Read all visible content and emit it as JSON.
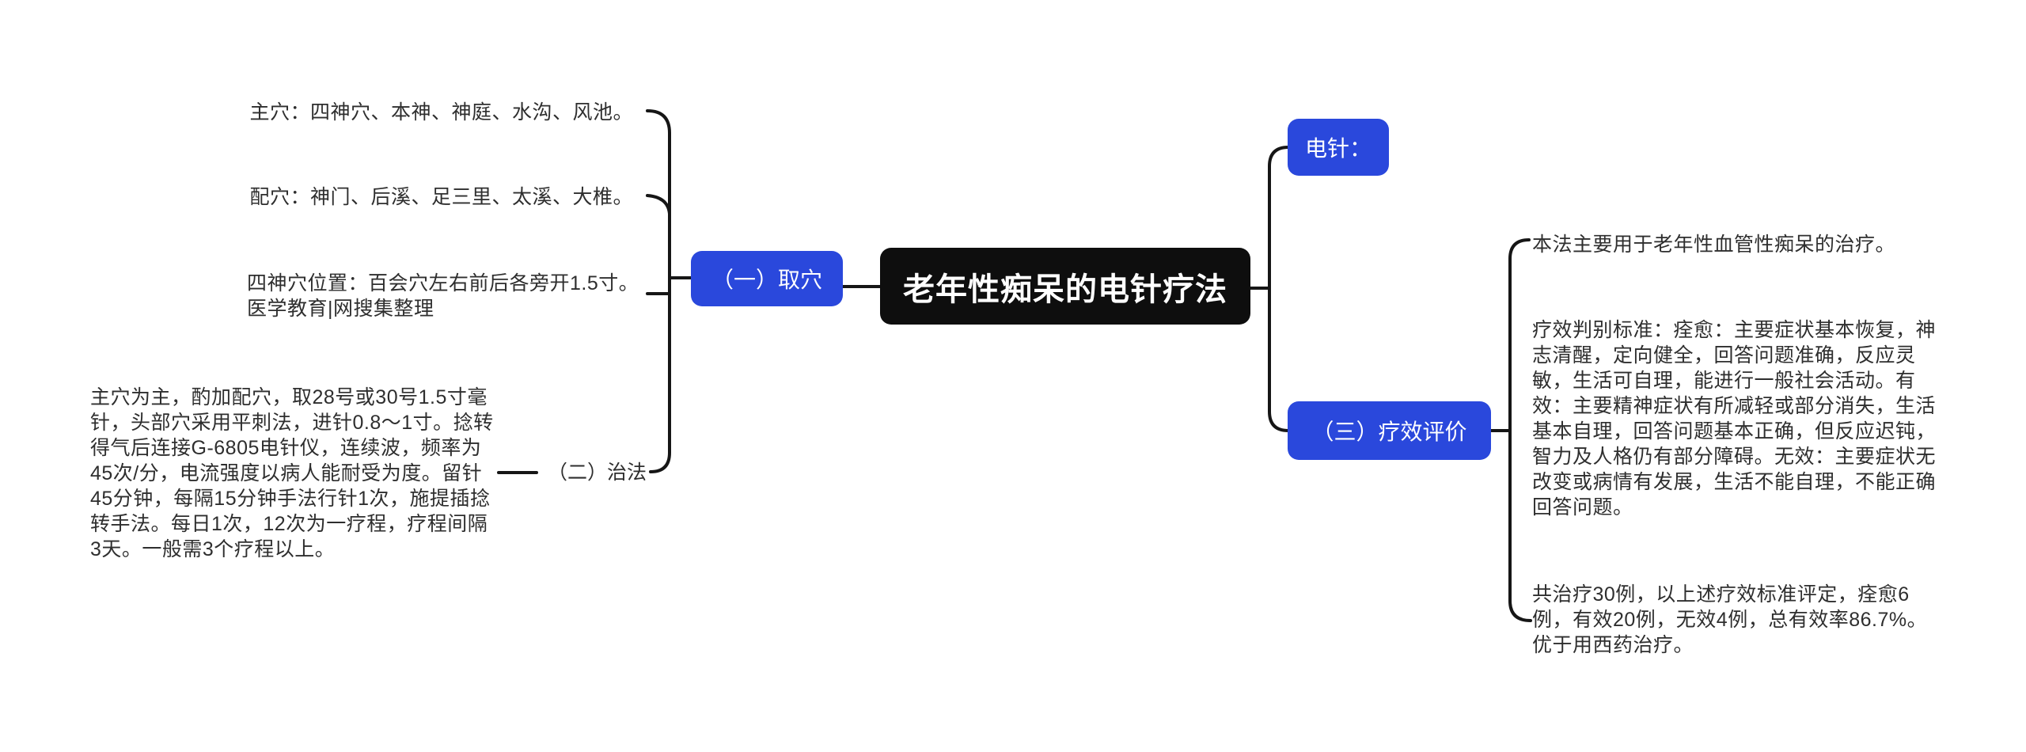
{
  "diagram": {
    "colors": {
      "node_blue": "#2a48dc",
      "node_black": "#0e0e0e",
      "connector_line": "#161616",
      "body_text": "#2e2e2e"
    },
    "center": {
      "title": "老年性痴呆的电针疗法"
    },
    "left_branch": {
      "node_label": "（一）取穴",
      "children": [
        {
          "text": "主穴：四神穴、本神、神庭、水沟、风池。"
        },
        {
          "text": "配穴：神门、后溪、足三里、太溪、大椎。"
        },
        {
          "text": "四神穴位置：百会穴左右前后各旁开1.5寸。医学教育|网搜集整理"
        }
      ],
      "method_node_label": "（二）治法",
      "method_text": "主穴为主，酌加配穴，取28号或30号1.5寸毫针，头部穴采用平刺法，进针0.8～1寸。捻转得气后连接G-6805电针仪，连续波，频率为45次/分，电流强度以病人能耐受为度。留针45分钟，每隔15分钟手法行针1次，施提插捻转手法。每日1次，12次为一疗程，疗程间隔3天。一般需3个疗程以上。"
    },
    "right_branch": {
      "top_node_label": "电针：",
      "eval_node_label": "（三）疗效评价",
      "children": [
        {
          "text": "本法主要用于老年性血管性痴呆的治疗。"
        },
        {
          "text": "疗效判别标准：痊愈：主要症状基本恢复，神志清醒，定向健全，回答问题准确，反应灵敏，生活可自理，能进行一般社会活动。有效：主要精神症状有所减轻或部分消失，生活基本自理，回答问题基本正确，但反应迟钝，智力及人格仍有部分障碍。无效：主要症状无改变或病情有发展，生活不能自理，不能正确回答问题。"
        },
        {
          "text": "共治疗30例，以上述疗效标准评定，痊愈6例，有效20例，无效4例，总有效率86.7%。优于用西药治疗。"
        }
      ]
    }
  }
}
